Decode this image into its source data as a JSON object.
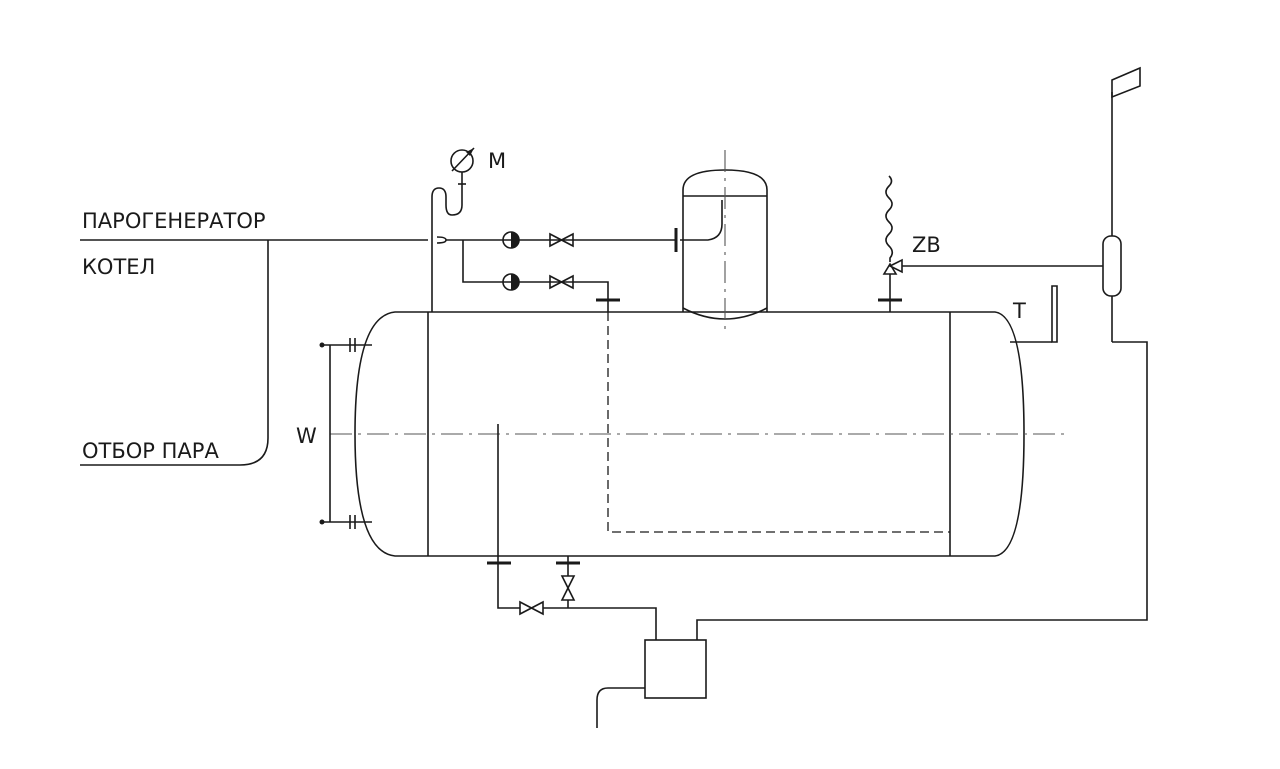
{
  "labels": {
    "steam_generator": "ПАРОГЕНЕРАТОР",
    "boiler": "КОТЕЛ",
    "steam_extraction": "ОТБОР ПАРА",
    "manometer": "М",
    "safety_valve": "ZB",
    "thermometer": "T",
    "water_level": "W"
  },
  "icons": [
    "manometer-icon",
    "pump-icon",
    "valve-icon",
    "safety-valve-icon",
    "thermometer-icon",
    "float-switch-icon",
    "flag-icon"
  ]
}
